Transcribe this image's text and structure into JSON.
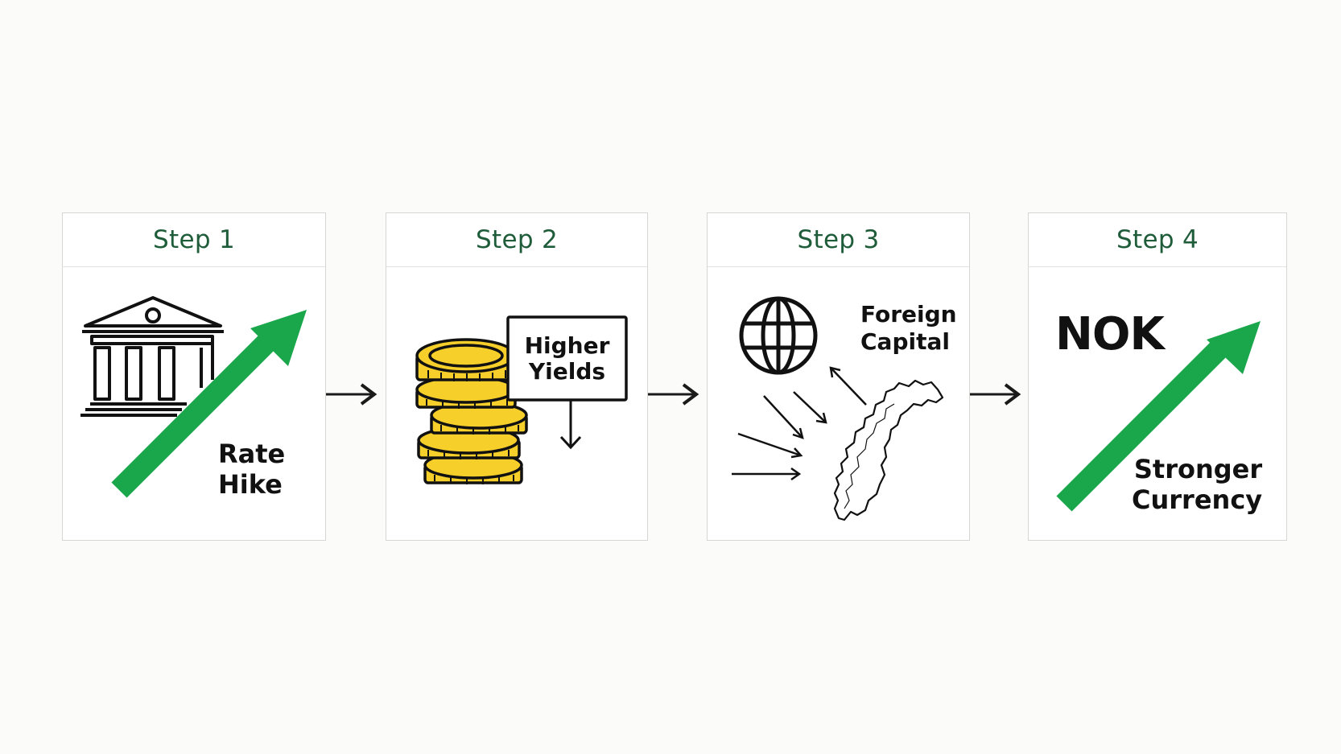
{
  "colors": {
    "accent_green": "#1aa64a",
    "header_green": "#1f5c3a",
    "coin_gold": "#f6cf2a",
    "ink": "#111111"
  },
  "steps": [
    {
      "header": "Step 1",
      "label_lines": [
        "Rate",
        "Hike"
      ],
      "icons": [
        "bank-building-icon",
        "up-arrow-icon"
      ]
    },
    {
      "header": "Step 2",
      "label_lines": [],
      "sign_lines": [
        "Higher",
        "Yields"
      ],
      "icons": [
        "coin-stack-icon",
        "sign-post-icon",
        "down-arrow-icon"
      ]
    },
    {
      "header": "Step 3",
      "label_lines": [
        "Foreign",
        "Capital"
      ],
      "icons": [
        "globe-icon",
        "inflow-arrows-icon",
        "norway-map-icon"
      ]
    },
    {
      "header": "Step 4",
      "title": "NOK",
      "label_lines": [
        "Stronger",
        "Currency"
      ],
      "icons": [
        "up-arrow-icon"
      ]
    }
  ],
  "connectors": [
    "right-arrow-icon",
    "right-arrow-icon",
    "right-arrow-icon"
  ]
}
